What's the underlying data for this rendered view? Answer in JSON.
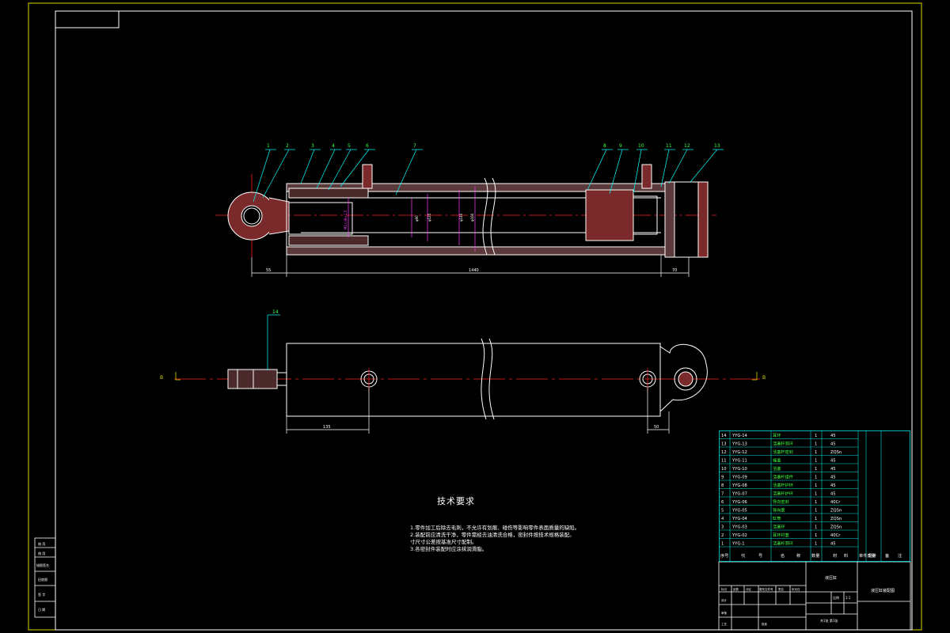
{
  "colors": {
    "background": "#000000",
    "border_yellow": "#d8d800",
    "outline_white": "#ffffff",
    "center_red": "#ff2020",
    "leader_cyan": "#00ffff",
    "label_green": "#40ff40",
    "table_cyan": "#00e0e0",
    "section_magenta": "#ff40ff"
  },
  "balloons": [
    "1",
    "2",
    "3",
    "4",
    "5",
    "6",
    "7",
    "8",
    "9",
    "10",
    "11",
    "12",
    "13",
    "14"
  ],
  "dimensions": {
    "top_left": "55",
    "top_main": "1440",
    "top_right": "70",
    "bottom_left": "135",
    "bottom_right": "50",
    "diameters": [
      "φ90",
      "φ125",
      "φ140",
      "φ160"
    ],
    "thread": "M1×38×1.5"
  },
  "view_marks": {
    "left": "B",
    "right": "B"
  },
  "technical_requirements": {
    "title": "技术要求",
    "lines": [
      "1.零件加工后除去毛刺，不允许有划痕、碰伤等影响零件表面质量的缺陷。",
      "2.装配前应清洗干净，零件需经去油清洗合格，密封件按技术规格装配。",
      "  寸尺寸公差按基准尺寸配制。",
      "3.各密封件装配时应涂抹润滑脂。"
    ]
  },
  "parts_table": {
    "rows": [
      {
        "no": "14",
        "code": "YYG-14",
        "name": "耳环",
        "qty": "1",
        "material": "45"
      },
      {
        "no": "13",
        "code": "YYG-13",
        "name": "活塞杆耳环",
        "qty": "1",
        "material": "45"
      },
      {
        "no": "12",
        "code": "YYG-12",
        "name": "活塞杆密封",
        "qty": "1",
        "material": "ZQSn"
      },
      {
        "no": "11",
        "code": "YYG-11",
        "name": "端盖",
        "qty": "1",
        "material": "45"
      },
      {
        "no": "10",
        "code": "YYG-10",
        "name": "活塞",
        "qty": "1",
        "material": "45"
      },
      {
        "no": "9",
        "code": "YYG-09",
        "name": "活塞杆组件",
        "qty": "1",
        "material": "45"
      },
      {
        "no": "8",
        "code": "YYG-08",
        "name": "活塞杆护环",
        "qty": "1",
        "material": "45"
      },
      {
        "no": "7",
        "code": "YYG-07",
        "name": "活塞杆护环",
        "qty": "1",
        "material": "45"
      },
      {
        "no": "6",
        "code": "YYG-06",
        "name": "导向密封",
        "qty": "1",
        "material": "40Cr"
      },
      {
        "no": "5",
        "code": "YYG-05",
        "name": "导向套",
        "qty": "1",
        "material": "ZQSn"
      },
      {
        "no": "4",
        "code": "YYG-04",
        "name": "缸筒",
        "qty": "1",
        "material": "ZQSn"
      },
      {
        "no": "3",
        "code": "YYG-03",
        "name": "活塞环",
        "qty": "1",
        "material": "ZQSn"
      },
      {
        "no": "2",
        "code": "YYG-02",
        "name": "耳环衬套",
        "qty": "1",
        "material": "40Cr"
      },
      {
        "no": "1",
        "code": "YYG-1",
        "name": "活塞杆耳环",
        "qty": "1",
        "material": "45"
      }
    ],
    "header": [
      "序号",
      "代",
      "号",
      "名",
      "称",
      "数量",
      "材",
      "料",
      "单件质量",
      "总计",
      "备",
      "注"
    ]
  },
  "title_block": {
    "drawing_name": "液压缸",
    "assembly": "液压缸装配图",
    "scale_label": "比例",
    "scale_value": "1:1",
    "sheet": "共1张 第1张",
    "rows": [
      "标记",
      "处数",
      "分区",
      "更改文件号",
      "签名",
      "年月日"
    ],
    "roles": [
      "设计",
      "审核",
      "工艺",
      "批准"
    ]
  },
  "side_block": [
    "借 用",
    "借 用",
    "描图签名",
    "旧底图",
    "签 字",
    "日 期"
  ]
}
